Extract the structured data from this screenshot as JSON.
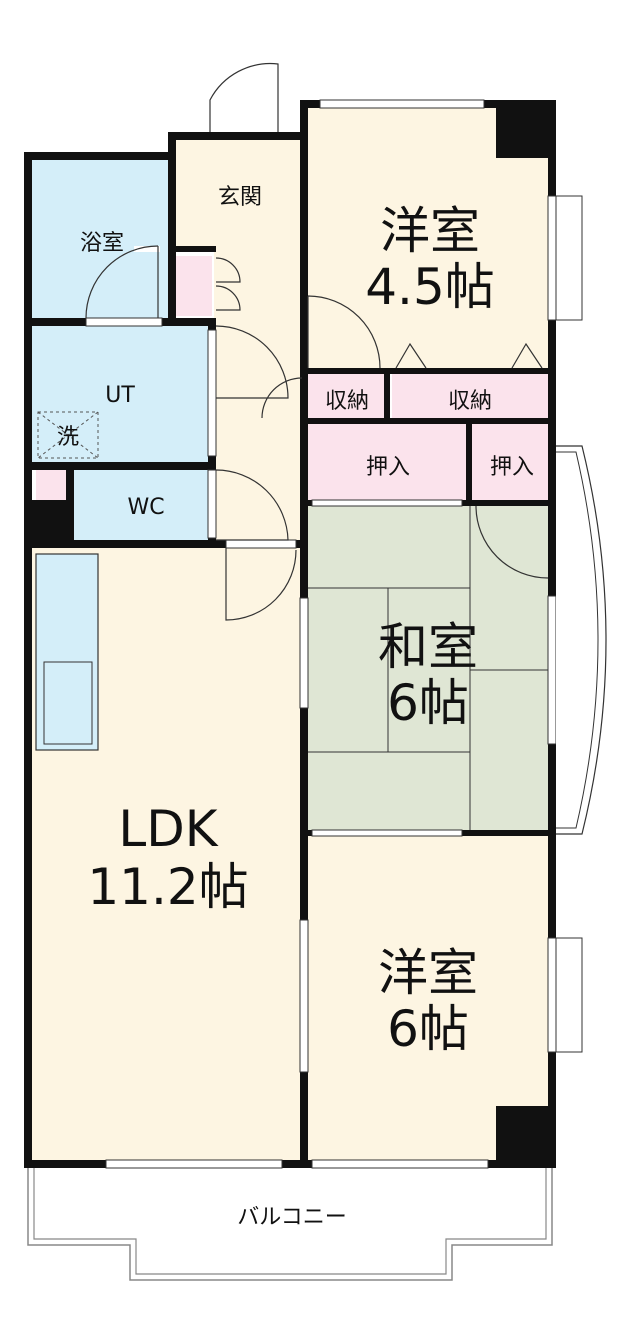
{
  "rooms": {
    "western_upper": {
      "name": "洋室",
      "size": "4.5帖"
    },
    "storage_left": "収納",
    "storage_right": "収納",
    "closet_left": "押入",
    "closet_right": "押入",
    "japanese": {
      "name": "和室",
      "size": "6帖"
    },
    "ldk": {
      "name": "LDK",
      "size": "11.2帖"
    },
    "western_lower": {
      "name": "洋室",
      "size": "6帖"
    },
    "entrance": "玄関",
    "bath": "浴室",
    "utility": "UT",
    "washer": "洗",
    "toilet": "WC",
    "balcony": "バルコニー"
  },
  "colors": {
    "wall": "#111111",
    "floor_wood": "#fdf5e2",
    "floor_tatami": "#dfe6d4",
    "wet_area": "#d4eef9",
    "storage": "#fbe3ec",
    "balcony": "#ffffff"
  }
}
